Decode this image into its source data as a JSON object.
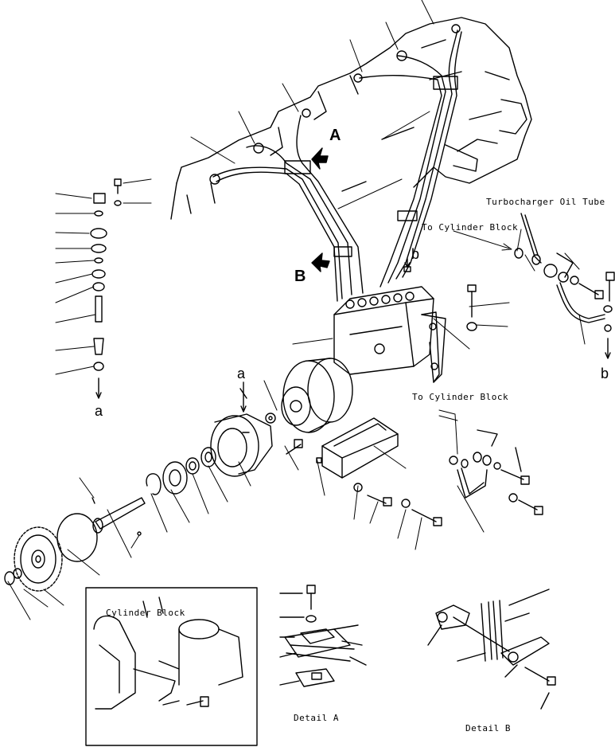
{
  "labels": {
    "turbo_oil_tube": "Turbocharger Oil Tube",
    "to_cyl_block_1": "To Cylinder Block",
    "to_cyl_block_2": "To Cylinder Block",
    "cylinder_block": "Cylinder Block",
    "detail_a": "Detail A",
    "detail_b": "Detail B",
    "view_a": "A",
    "view_b": "B",
    "ref_a_top": "a",
    "ref_a_bottom": "a",
    "ref_b_top": "b",
    "ref_b_bottom": "b"
  }
}
